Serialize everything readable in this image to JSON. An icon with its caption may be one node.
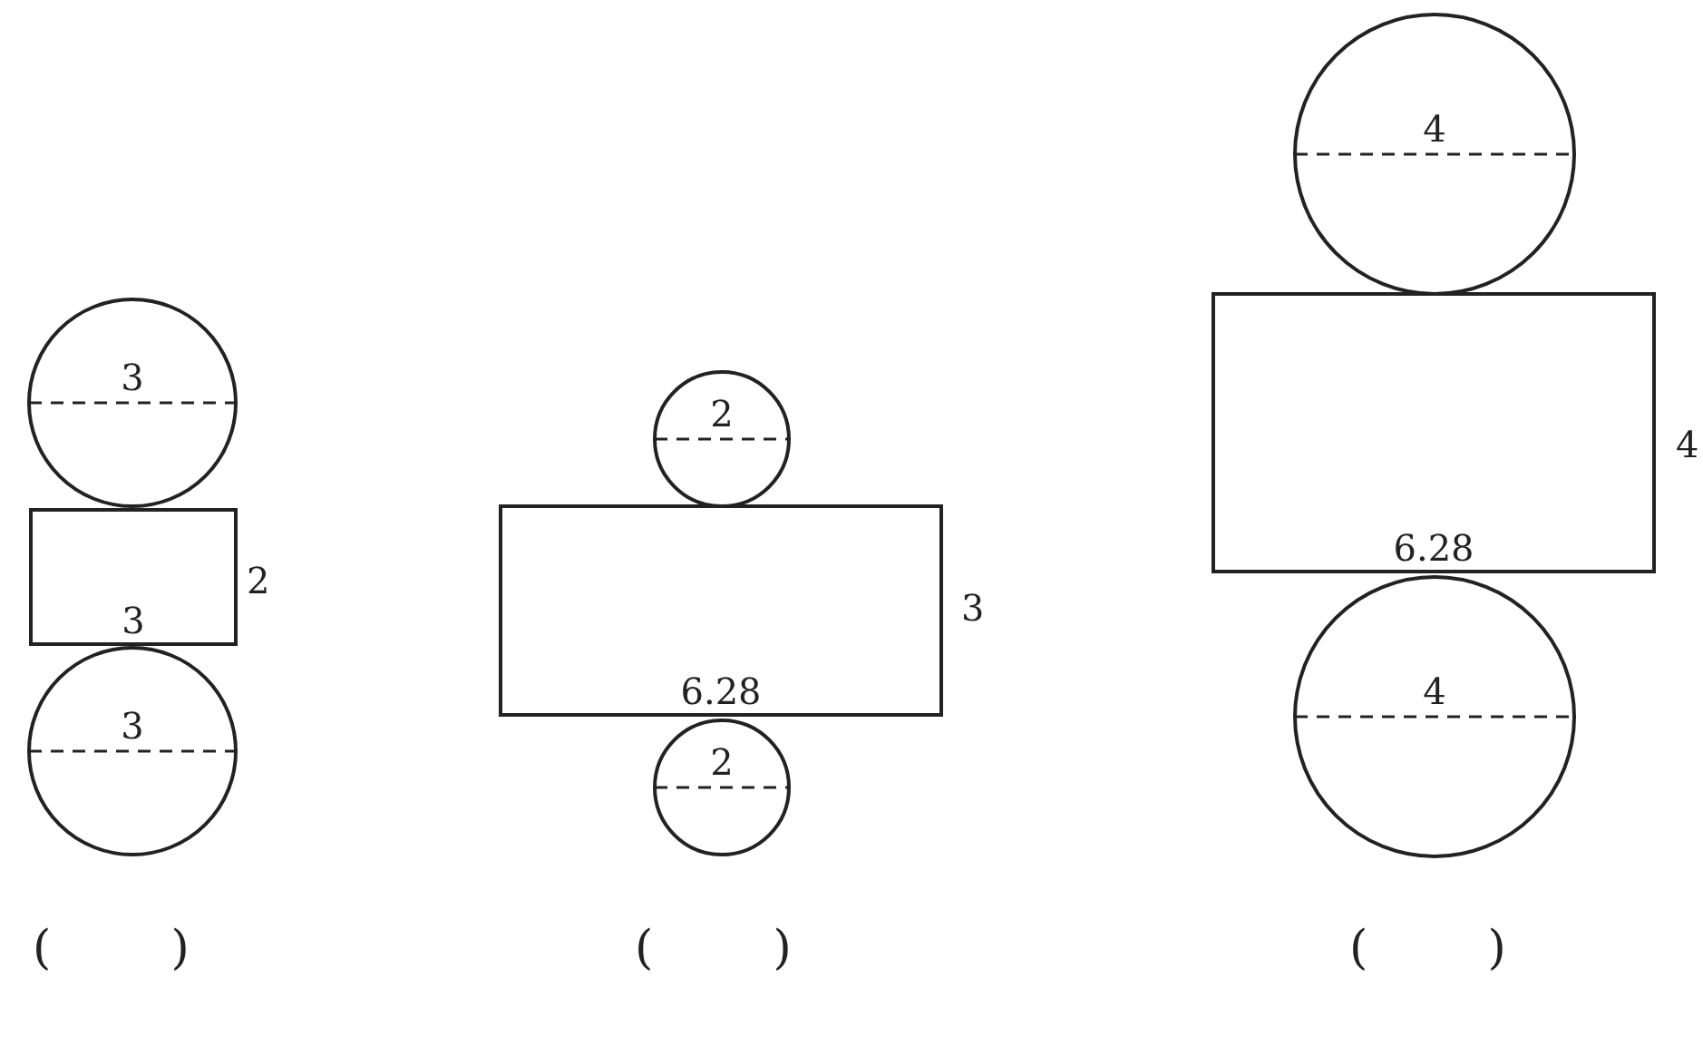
{
  "diagram": {
    "nodes": [
      {
        "text": [
          "3"
        ]
      },
      {
        "text": [
          "3"
        ],
        "beside": [
          "2"
        ]
      },
      {
        "text": [
          "3"
        ]
      },
      {
        "text": [
          "2"
        ]
      },
      {
        "text": [
          "6.28"
        ],
        "beside": [
          "3"
        ]
      },
      {
        "text": [
          "2"
        ]
      },
      {
        "text": [
          "4"
        ]
      },
      {
        "text": [
          "6.28"
        ],
        "beside": [
          "4"
        ]
      },
      {
        "text": [
          "4"
        ]
      }
    ],
    "labels": [
      "(        )",
      "(        )",
      "(        )"
    ]
  }
}
